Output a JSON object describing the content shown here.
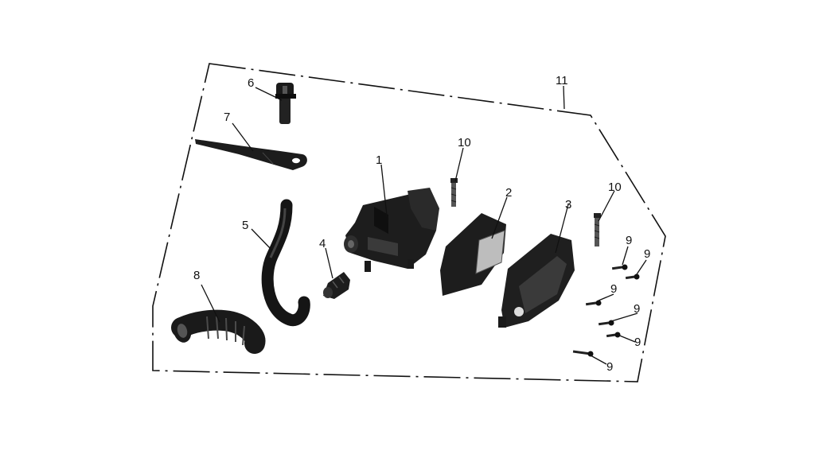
{
  "diagram": {
    "callouts": {
      "c1": "1",
      "c2": "2",
      "c3": "3",
      "c4": "4",
      "c5": "5",
      "c6": "6",
      "c7": "7",
      "c8": "8",
      "c9a": "9",
      "c9b": "9",
      "c9c": "9",
      "c9d": "9",
      "c9e": "9",
      "c9f": "9",
      "c10a": "10",
      "c10b": "10",
      "c11": "11"
    }
  }
}
